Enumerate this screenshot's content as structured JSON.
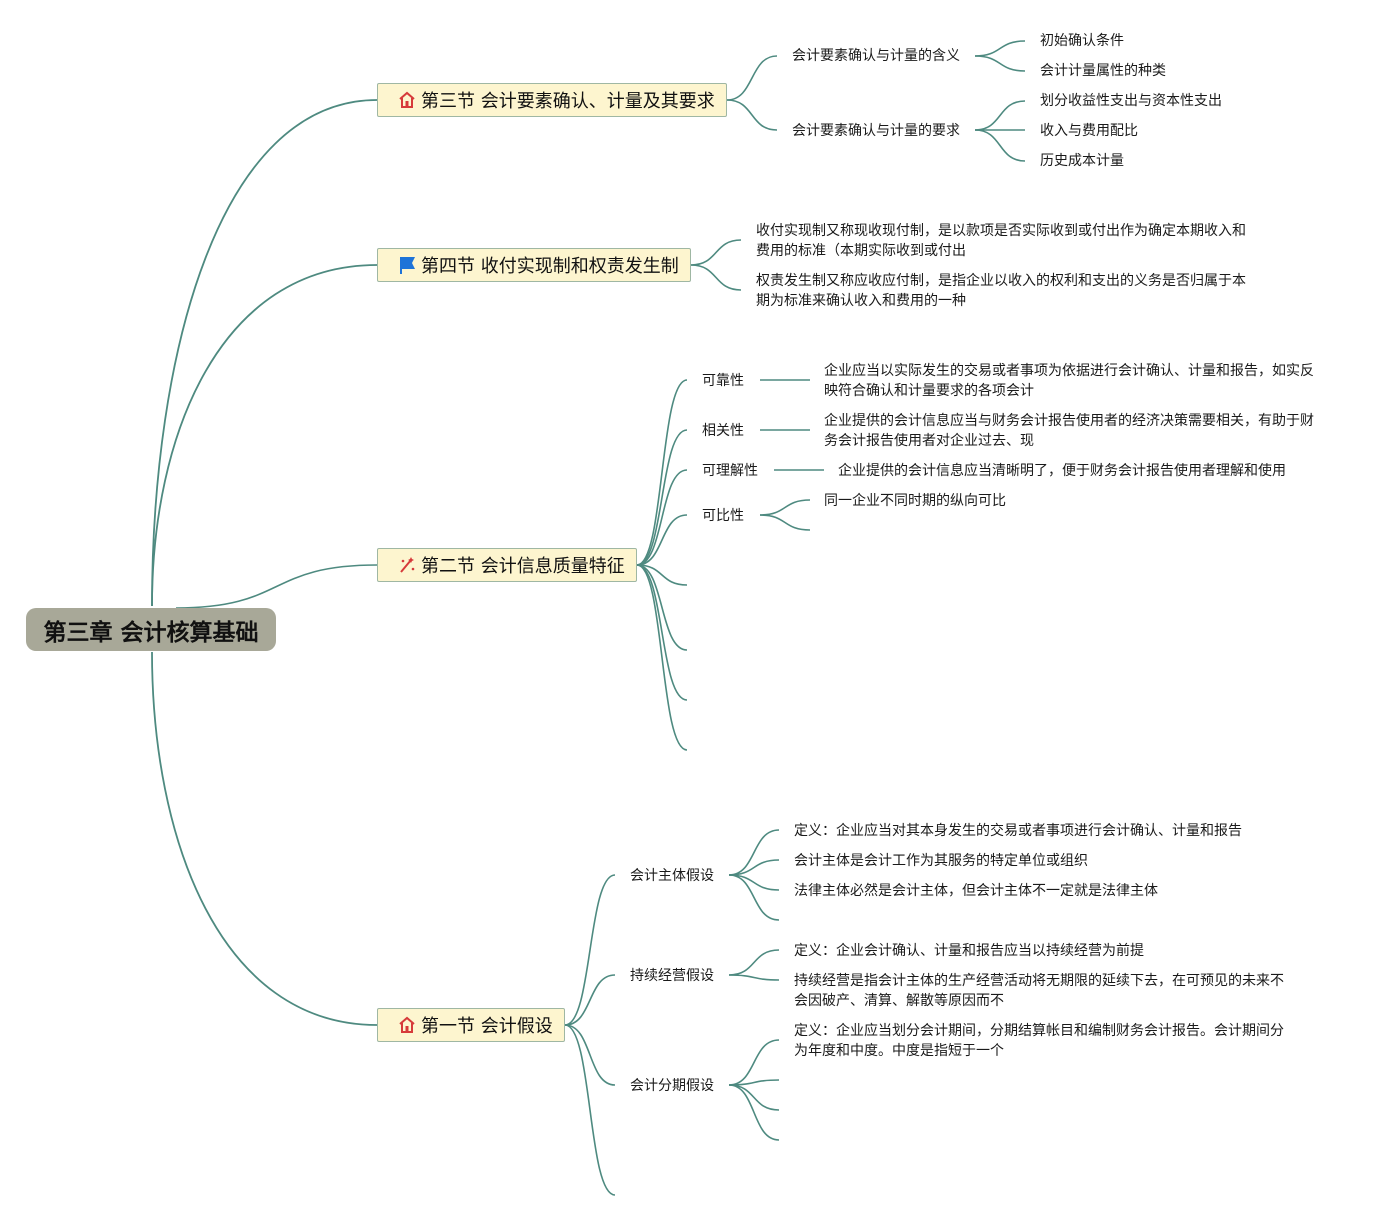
{
  "root": {
    "title": "第三章 会计核算基础"
  },
  "sections": {
    "s3": {
      "title": "第三节 会计要素确认、计量及其要求",
      "icon": "house-icon",
      "children": [
        {
          "label": "会计要素确认与计量的含义",
          "children": [
            "初始确认条件",
            "会计计量属性的种类"
          ]
        },
        {
          "label": "会计要素确认与计量的要求",
          "children": [
            "划分收益性支出与资本性支出",
            "收入与费用配比",
            "历史成本计量"
          ]
        }
      ]
    },
    "s4": {
      "title": "第四节 收付实现制和权责发生制",
      "icon": "flag-icon",
      "children": [
        "收付实现制又称现收现付制，是以款项是否实际收到或付出作为确定本期收入和费用的标准（本期实际收到或付出",
        "权责发生制又称应收应付制，是指企业以收入的权利和支出的义务是否归属于本期为标准来确认收入和费用的一种"
      ]
    },
    "s2": {
      "title": "第二节 会计信息质量特征",
      "icon": "sparkle-icon",
      "children": [
        {
          "label": "可靠性",
          "children": [
            "企业应当以实际发生的交易或者事项为依据进行会计确认、计量和报告，如实反映符合确认和计量要求的各项会计"
          ]
        },
        {
          "label": "相关性",
          "children": [
            "企业提供的会计信息应当与财务会计报告使用者的经济决策需要相关，有助于财务会计报告使用者对企业过去、现"
          ]
        },
        {
          "label": "可理解性",
          "children": [
            "企业提供的会计信息应当清晰明了，便于财务会计报告使用者理解和使用"
          ]
        },
        {
          "label": "可比性",
          "children": [
            "同一企业不同时期的纵向可比"
          ]
        }
      ]
    },
    "s1": {
      "title": "第一节 会计假设",
      "icon": "house-icon",
      "children": [
        {
          "label": "会计主体假设",
          "children": [
            "定义：企业应当对其本身发生的交易或者事项进行会计确认、计量和报告",
            "会计主体是会计工作为其服务的特定单位或组织",
            "法律主体必然是会计主体，但会计主体不一定就是法律主体"
          ]
        },
        {
          "label": "持续经营假设",
          "children": [
            "定义：企业会计确认、计量和报告应当以持续经营为前提",
            "持续经营是指会计主体的生产经营活动将无期限的延续下去，在可预见的未来不会因破产、清算、解散等原因而不"
          ]
        },
        {
          "label": "会计分期假设",
          "children": [
            "定义：企业应当划分会计期间，分期结算帐目和编制财务会计报告。会计期间分为年度和中度。中度是指短于一个"
          ]
        }
      ]
    }
  },
  "colors": {
    "connector": "#4e8a80",
    "root_fill": "#a8a898",
    "section_fill": "#fdf5cf",
    "section_border": "#9fb7a3"
  }
}
